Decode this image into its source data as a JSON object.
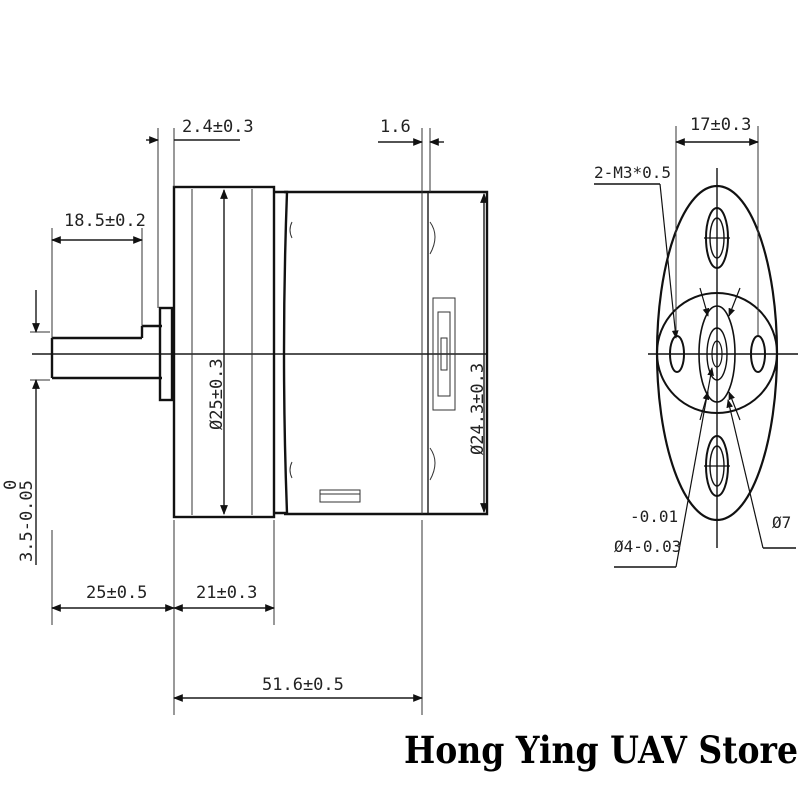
{
  "diagram": {
    "side_view": {
      "dim_shaft_step": "2.4±0.3",
      "dim_endcap": "1.6",
      "dim_shaft_length": "18.5±0.2",
      "dim_gearbox_dia": "Ø25±0.3",
      "dim_motor_dia": "Ø24.3±0.3",
      "dim_shaft_dia_upper": "0",
      "dim_shaft_dia_lower": "3.5-0.05",
      "dim_output_length": "25±0.5",
      "dim_gearbox_length": "21±0.3",
      "dim_total_length": "51.6±0.5"
    },
    "end_view": {
      "dim_hole_spacing": "17±0.3",
      "dim_mount_holes": "2-M3*0.5",
      "dim_shaft_tol_upper": "-0.01",
      "dim_shaft_tol_lower": "Ø4-0.03",
      "dim_boss": "Ø7"
    }
  },
  "watermark": {
    "store_name": "Hong Ying UAV Store"
  }
}
